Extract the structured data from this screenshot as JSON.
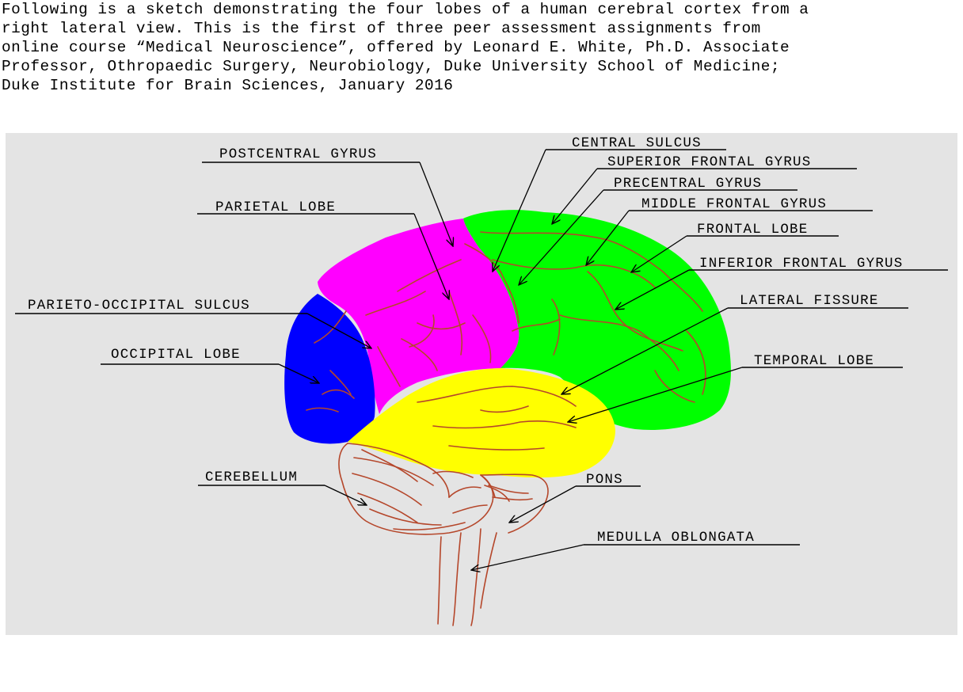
{
  "intro": {
    "text": "Following is a sketch demonstrating the four lobes of a human cerebral cortex from a\nright lateral view. This is the first of three peer assessment assignments from\nonline course “Medical Neuroscience”, offered by Leonard E. White, Ph.D. Associate\nProfessor, Othropaedic Surgery, Neurobiology, Duke University School of Medicine;\nDuke Institute for Brain Sciences, January 2016"
  },
  "colors": {
    "panel_background": "#e4e4e4",
    "frontal_lobe": "#00ff00",
    "parietal_lobe": "#ff00ff",
    "occipital_lobe": "#0000ff",
    "temporal_lobe": "#ffff00",
    "vessel_lines": "#b5472b",
    "label_text": "#000000"
  },
  "labels": {
    "postcentral_gyrus": "POSTCENTRAL GYRUS",
    "central_sulcus": "CENTRAL SULCUS",
    "superior_frontal_gyrus": "SUPERIOR FRONTAL GYRUS",
    "precentral_gyrus": "PRECENTRAL GYRUS",
    "middle_frontal_gyrus": "MIDDLE FRONTAL GYRUS",
    "frontal_lobe": "FRONTAL LOBE",
    "inferior_frontal_gyrus": "INFERIOR FRONTAL GYRUS",
    "parietal_lobe": "PARIETAL LOBE",
    "parieto_occipital_sulcus": "PARIETO-OCCIPITAL SULCUS",
    "occipital_lobe": "OCCIPITAL LOBE",
    "lateral_fissure": "LATERAL FISSURE",
    "temporal_lobe": "TEMPORAL LOBE",
    "cerebellum": "CEREBELLUM",
    "pons": "PONS",
    "medulla_oblongata": "MEDULLA OBLONGATA"
  }
}
